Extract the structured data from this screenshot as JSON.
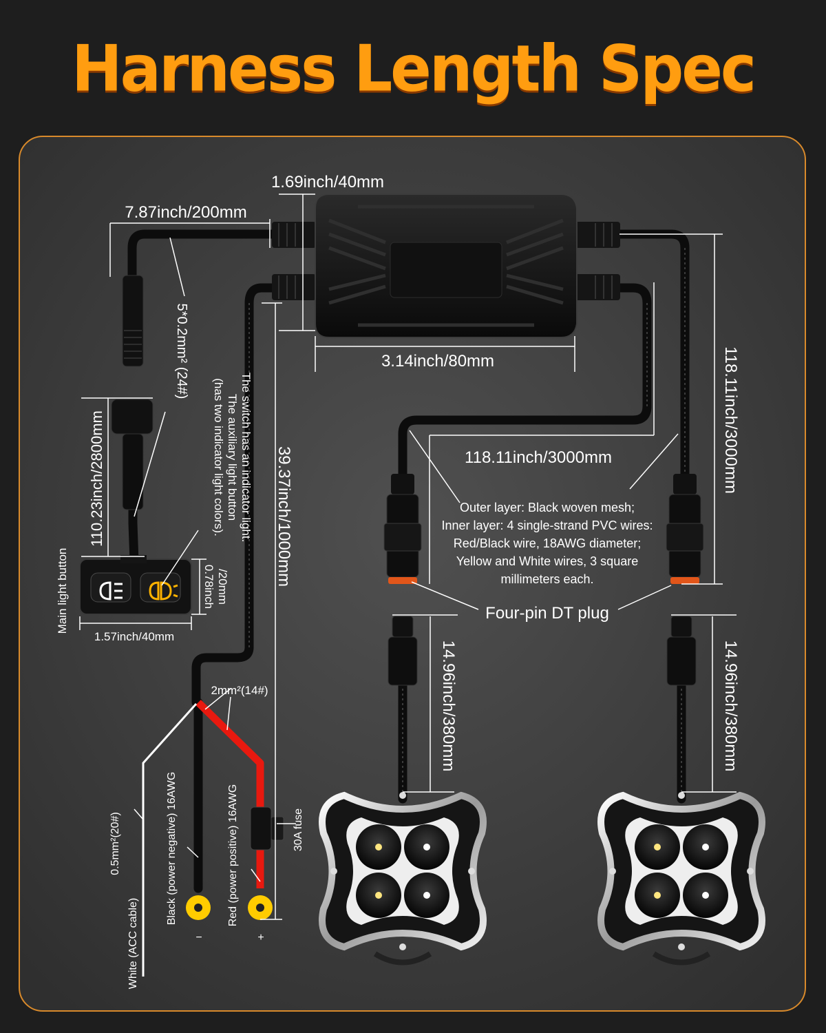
{
  "title": "Harness Length Spec",
  "colors": {
    "accent": "#ff9d10",
    "panel_border": "#d98a2b",
    "wire_red": "#e8190f",
    "wire_white": "#ffffff",
    "terminal_yellow": "#ffcc00",
    "dt_plug_seal": "#e2561a"
  },
  "dimensions": {
    "controller_height": "1.69inch/40mm",
    "switch_lead": "7.87inch/200mm",
    "controller_width": "3.14inch/80mm",
    "light_harness_long": "118.11inch/3000mm",
    "light_harness_right": "118.11inch/3000mm",
    "switch_cable": "110.23inch/2800mm",
    "power_harness": "39.37inch/1000mm",
    "switch_width": "1.57inch/40mm",
    "switch_height_line1": "0.78inch",
    "switch_height_line2": "/20mm",
    "pod_lead_left": "14.96inch/380mm",
    "pod_lead_right": "14.96inch/380mm"
  },
  "labels": {
    "switch_wire_spec": "5*0.2mm² (24#)",
    "switch_note_1": "The switch has an indicator light.",
    "switch_note_2": "The auxiliary light button",
    "switch_note_3": "(has two indicator light colors).",
    "main_light_button": "Main light button",
    "wire_note_1": "Outer layer: Black woven mesh;",
    "wire_note_2": "Inner layer: 4 single-strand PVC wires:",
    "wire_note_3": "Red/Black wire, 18AWG diameter;",
    "wire_note_4": "Yellow and White wires, 3 square",
    "wire_note_5": "millimeters each.",
    "dt_plug": "Four-pin DT plug",
    "power_wire_spec": "2mm²(14#)",
    "acc_wire_spec": "0.5mm²(20#)",
    "white_wire": "White (ACC cable)",
    "black_wire": "Black (power negative) 16AWG",
    "red_wire": "Red (power positive) 16AWG",
    "fuse": "30A fuse",
    "minus": "−",
    "plus": "+"
  },
  "icons": [
    "headlight-icon",
    "fog-light-icon",
    "led-pod-light",
    "controller-box",
    "inline-fuse",
    "ring-terminal"
  ]
}
